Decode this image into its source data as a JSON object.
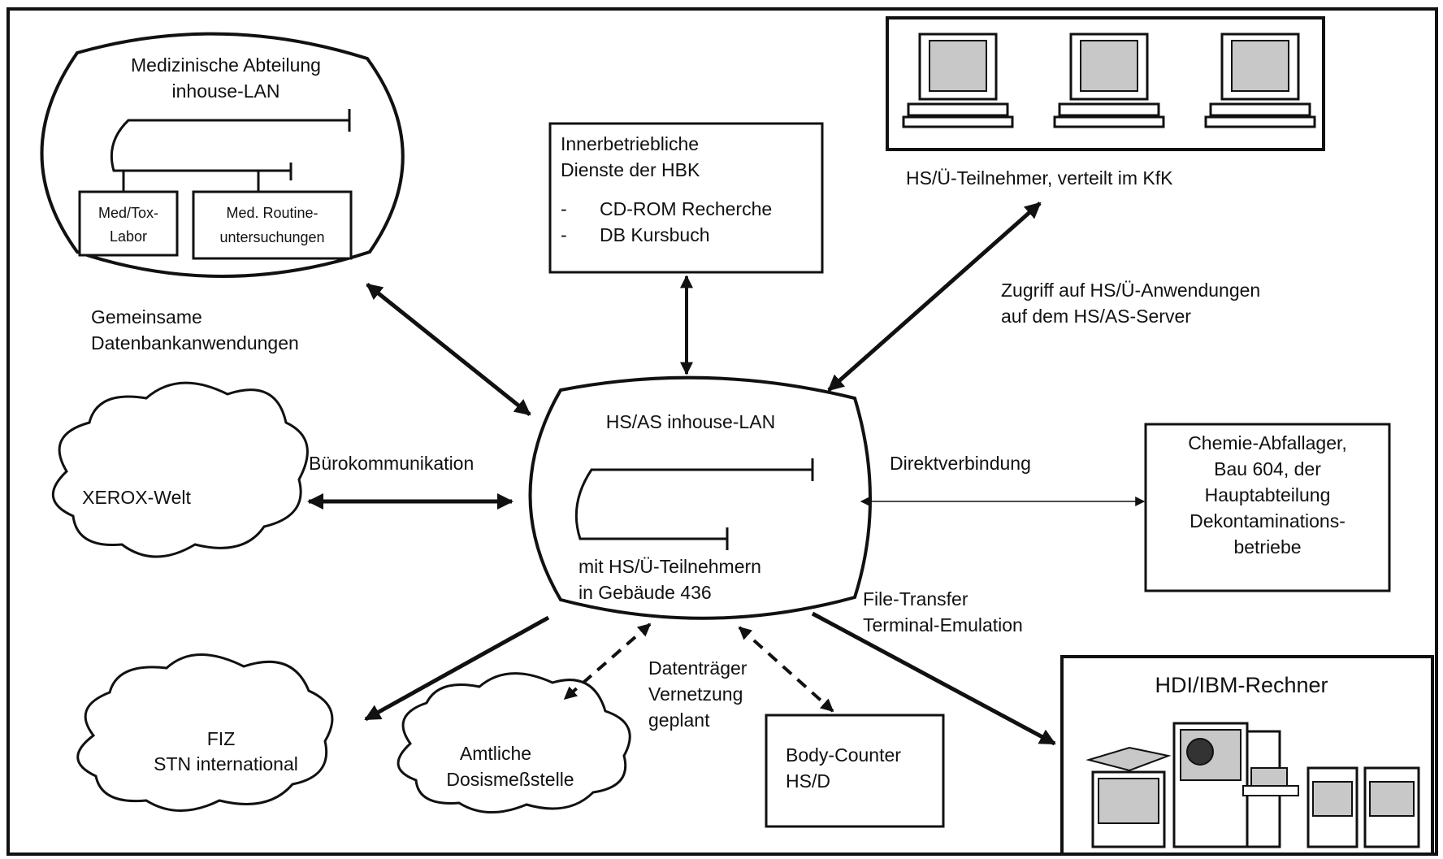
{
  "colors": {
    "ink": "#111111",
    "screen_fill": "#c8c8c8",
    "paper": "#ffffff"
  },
  "medical": {
    "title": "Medizinische Abteilung",
    "subtitle": "inhouse-LAN",
    "box1": [
      "Med/Tox-",
      "Labor"
    ],
    "box2": [
      "Med. Routine-",
      "untersuchungen"
    ]
  },
  "services": {
    "line1": "Innerbetriebliche",
    "line2": "Dienste der HBK",
    "items": [
      {
        "bullet": "-",
        "text": "CD-ROM Recherche"
      },
      {
        "bullet": "-",
        "text": "DB Kursbuch"
      }
    ]
  },
  "terminals": {
    "caption": "HS/Ü-Teilnehmer, verteilt im KfK"
  },
  "access": {
    "line1": "Zugriff auf HS/Ü-Anwendungen",
    "line2": "auf dem HS/AS-Server"
  },
  "common": {
    "line1": "Gemeinsame",
    "line2": "Datenbankanwendungen"
  },
  "hub": {
    "title": "HS/AS inhouse-LAN",
    "line1": "mit HS/Ü-Teilnehmern",
    "line2": "in Gebäude 436"
  },
  "xerox": {
    "label": "XEROX-Welt",
    "link": "Bürokommunikation"
  },
  "chemie": {
    "link": "Direktverbindung",
    "lines": [
      "Chemie-Abfallager,",
      "Bau 604, der",
      "Hauptabteilung",
      "Dekontaminations-",
      "betriebe"
    ]
  },
  "transfer": {
    "line1": "File-Transfer",
    "line2": "Terminal-Emulation"
  },
  "ibm": {
    "title": "HDI/IBM-Rechner"
  },
  "fiz": {
    "line1": "FIZ",
    "line2": "STN international"
  },
  "dosis": {
    "line1": "Amtliche",
    "line2": "Dosismeßstelle"
  },
  "media": {
    "line1": "Datenträger",
    "line2": "Vernetzung",
    "line3": "geplant"
  },
  "body": {
    "line1": "Body-Counter",
    "line2": "HS/D"
  }
}
